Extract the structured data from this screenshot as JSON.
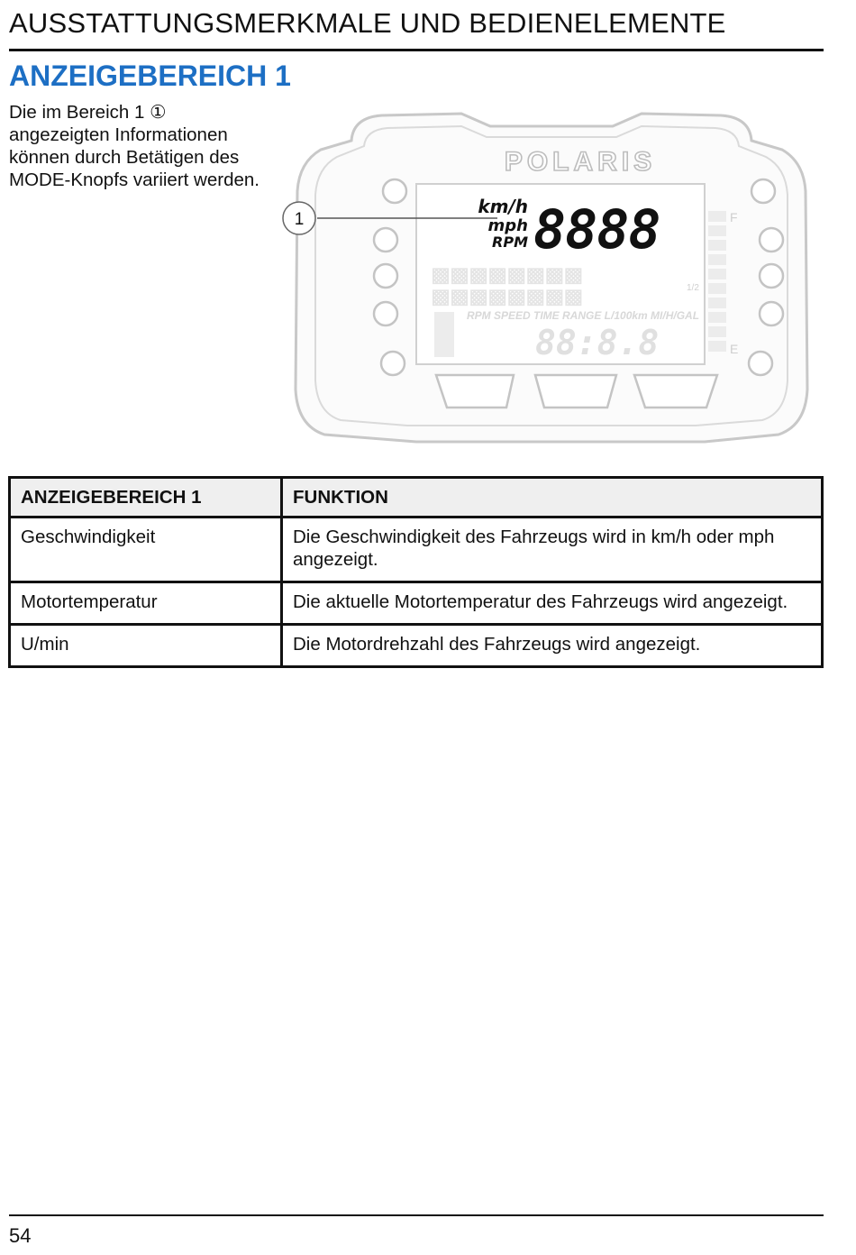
{
  "header": {
    "title": "AUSSTATTUNGSMERKMALE UND BEDIENELEMENTE"
  },
  "section": {
    "title": "ANZEIGEBEREICH 1",
    "intro": "Die im Bereich 1 ① angezeigten Informationen können durch Betätigen des MODE-Knopfs variiert werden."
  },
  "figure": {
    "callout": "1",
    "brand": "POLARIS",
    "units": [
      "km/h",
      "mph",
      "RPM"
    ],
    "main_digits": "8888",
    "info_labels": "RPM SPEED TIME RANGE L/100km MI/H/GAL",
    "lower_digits": "88:8.8",
    "fuel_full": "F",
    "fuel_empty": "E",
    "fuel_half": "1/2"
  },
  "table": {
    "headers": [
      "ANZEIGEBEREICH 1",
      "FUNKTION"
    ],
    "rows": [
      [
        "Geschwindigkeit",
        "Die Geschwindigkeit des Fahrzeugs wird in km/h oder mph angezeigt."
      ],
      [
        "Motortemperatur",
        "Die aktuelle Motortemperatur des Fahrzeugs wird angezeigt."
      ],
      [
        "U/min",
        "Die Motordrehzahl des Fahrzeugs wird angezeigt."
      ]
    ]
  },
  "footer": {
    "page_number": "54"
  },
  "colors": {
    "accent": "#1d6fc4",
    "table_header_bg": "#efefef",
    "text": "#111111"
  }
}
